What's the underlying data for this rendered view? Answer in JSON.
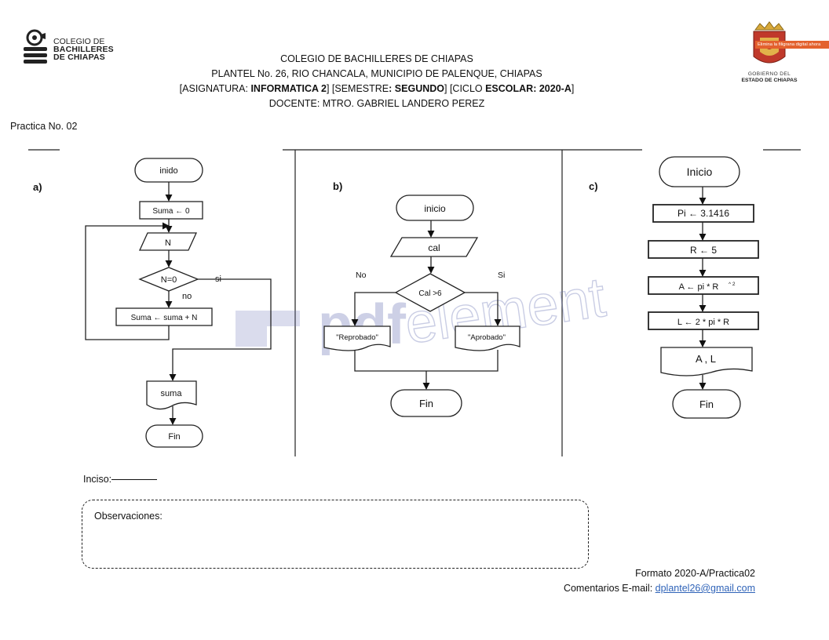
{
  "header": {
    "logo_left": {
      "line1": "COLEGIO DE",
      "line2": "BACHILLERES",
      "line3": "DE CHIAPAS"
    },
    "institution": "COLEGIO DE BACHILLERES DE CHIAPAS",
    "campus": "PLANTEL No. 26, RIO CHANCALA, MUNICIPIO DE PALENQUE, CHIAPAS",
    "course_line": {
      "asignatura_label": "[ASIGNATURA: ",
      "asignatura_value": "INFORMATICA 2",
      "semestre_label": "]   [SEMESTRE",
      "semestre_value": ": SEGUNDO",
      "ciclo_label": "]   [CICLO ",
      "ciclo_value": "ESCOLAR: 2020-A",
      "close": "]"
    },
    "teacher": "DOCENTE: MTRO. GABRIEL LANDERO PEREZ",
    "logo_right": {
      "watermark": "Elimina la filigrana digital ahora",
      "gov_line1": "GOBIERNO DEL",
      "gov_line2": "ESTADO DE CHIAPAS"
    }
  },
  "practice_no": "Practica No. 02",
  "watermark_text": {
    "part1": "pdf",
    "part2": "element"
  },
  "diagrams": {
    "a": {
      "label": "a)",
      "start": "inido",
      "init": "Suma ← 0",
      "input": "N",
      "decision": "N=0",
      "yes": "si",
      "no": "no",
      "process": "Suma ← suma + N",
      "output": "suma",
      "end": "Fin"
    },
    "b": {
      "label": "b)",
      "start": "inicio",
      "input": "cal",
      "decision": "Cal >6",
      "no_label": "No",
      "yes_label": "Si",
      "out_no": "\"Reprobado\"",
      "out_yes": "\"Aprobado\"",
      "end": "Fin"
    },
    "c": {
      "label": "c)",
      "start": "Inicio",
      "step1": "Pi ← 3.1416",
      "step2": "R ← 5",
      "step3": "A ← pi * R",
      "step3_sup": "^ 2",
      "step4": "L ← 2 * pi * R",
      "output": "A , L",
      "end": "Fin"
    }
  },
  "inciso_label": "Inciso:",
  "observaciones_label": "Observaciones:",
  "footer": {
    "formato": "Formato 2020-A/Practica02",
    "comentarios_label": "Comentarios E-mail: ",
    "email": "dplantel26@gmail.com"
  }
}
